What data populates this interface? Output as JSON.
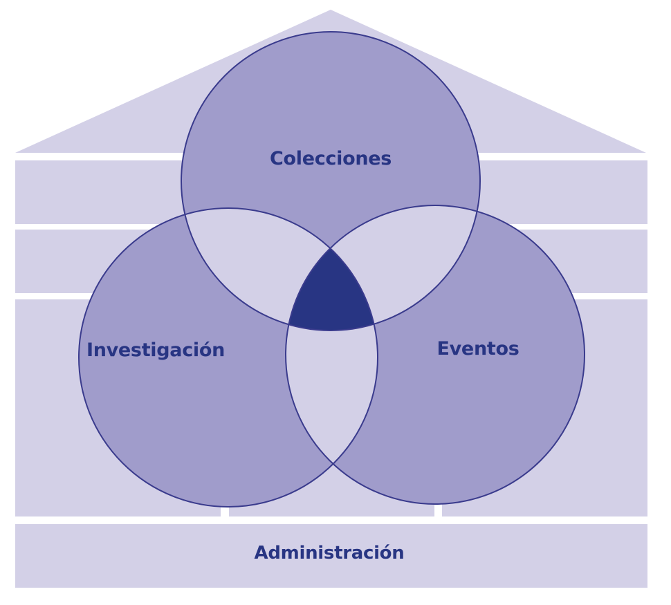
{
  "labels": {
    "top_circle": "Colecciones",
    "left_circle": "Investigación",
    "right_circle": "Eventos",
    "base": "Administración"
  },
  "colors": {
    "background": "#ffffff",
    "house_fill": "#d3d0e7",
    "circle_fill": "#a09ccb",
    "overlap_fill": "#d3d0e7",
    "center_fill": "#283583",
    "stroke": "#3a3b8d",
    "text": "#283583"
  }
}
